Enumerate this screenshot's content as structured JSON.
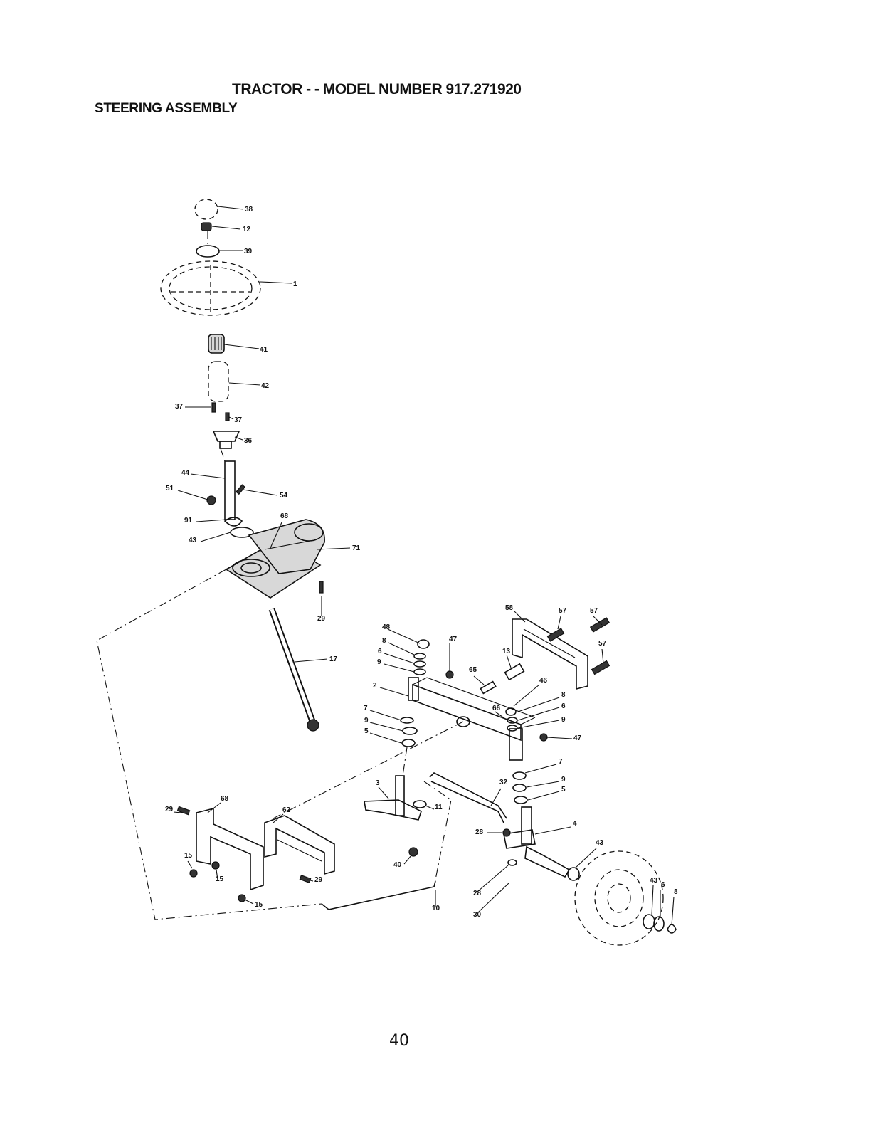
{
  "header": {
    "title": "TRACTOR - - MODEL NUMBER 917.271920",
    "subtitle": "STEERING ASSEMBLY"
  },
  "footer": {
    "page_number": "40"
  },
  "callouts": [
    "38",
    "12",
    "39",
    "1",
    "41",
    "42",
    "37",
    "37",
    "36",
    "44",
    "51",
    "54",
    "91",
    "68",
    "43",
    "71",
    "29",
    "17",
    "48",
    "8",
    "6",
    "9",
    "47",
    "2",
    "65",
    "7",
    "9",
    "5",
    "66",
    "13",
    "58",
    "57",
    "57",
    "57",
    "46",
    "8",
    "6",
    "9",
    "47",
    "7",
    "9",
    "5",
    "4",
    "43",
    "43",
    "6",
    "8",
    "3",
    "11",
    "40",
    "32",
    "28",
    "28",
    "30",
    "10",
    "68",
    "29",
    "62",
    "15",
    "15",
    "15",
    "29"
  ]
}
